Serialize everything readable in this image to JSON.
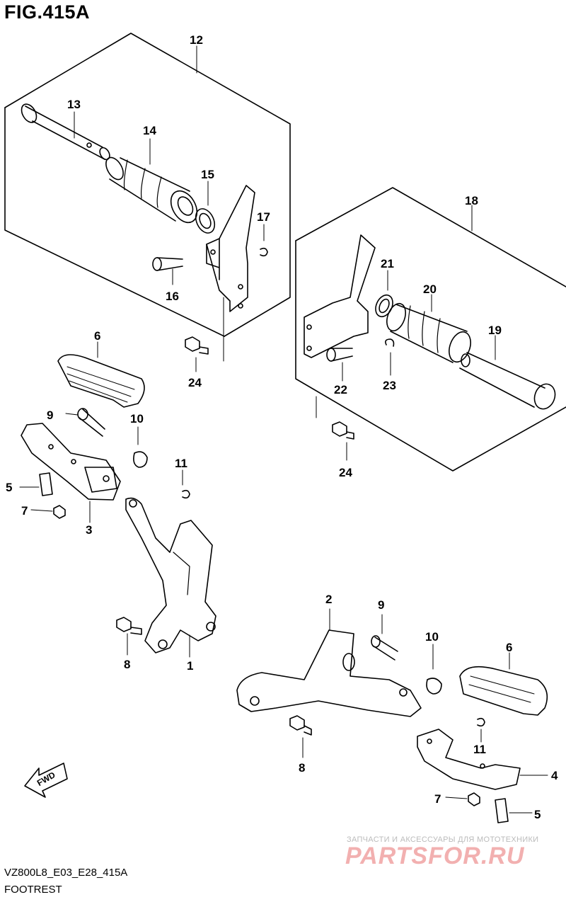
{
  "figure": {
    "title": "FIG.415A",
    "code": "VZ800L8_E03_E28_415A",
    "caption": "FOOTREST",
    "direction_label": "FWD"
  },
  "callouts": {
    "c1": "1",
    "c2": "2",
    "c3": "3",
    "c4": "4",
    "c5a": "5",
    "c5b": "5",
    "c6a": "6",
    "c6b": "6",
    "c7a": "7",
    "c7b": "7",
    "c8a": "8",
    "c8b": "8",
    "c9a": "9",
    "c9b": "9",
    "c10a": "10",
    "c10b": "10",
    "c11a": "11",
    "c11b": "11",
    "c12": "12",
    "c13": "13",
    "c14": "14",
    "c15": "15",
    "c16": "16",
    "c17": "17",
    "c18": "18",
    "c19": "19",
    "c20": "20",
    "c21": "21",
    "c22": "22",
    "c23": "23",
    "c24a": "24",
    "c24b": "24"
  },
  "watermark": {
    "tagline": "ЗАПЧАСТИ И АКСЕССУАРЫ ДЛЯ МОТОТЕХНИКИ",
    "brand": "PARTSFOR.RU"
  },
  "colors": {
    "line": "#000000",
    "watermark": "#f2b0b0",
    "background": "#ffffff"
  }
}
